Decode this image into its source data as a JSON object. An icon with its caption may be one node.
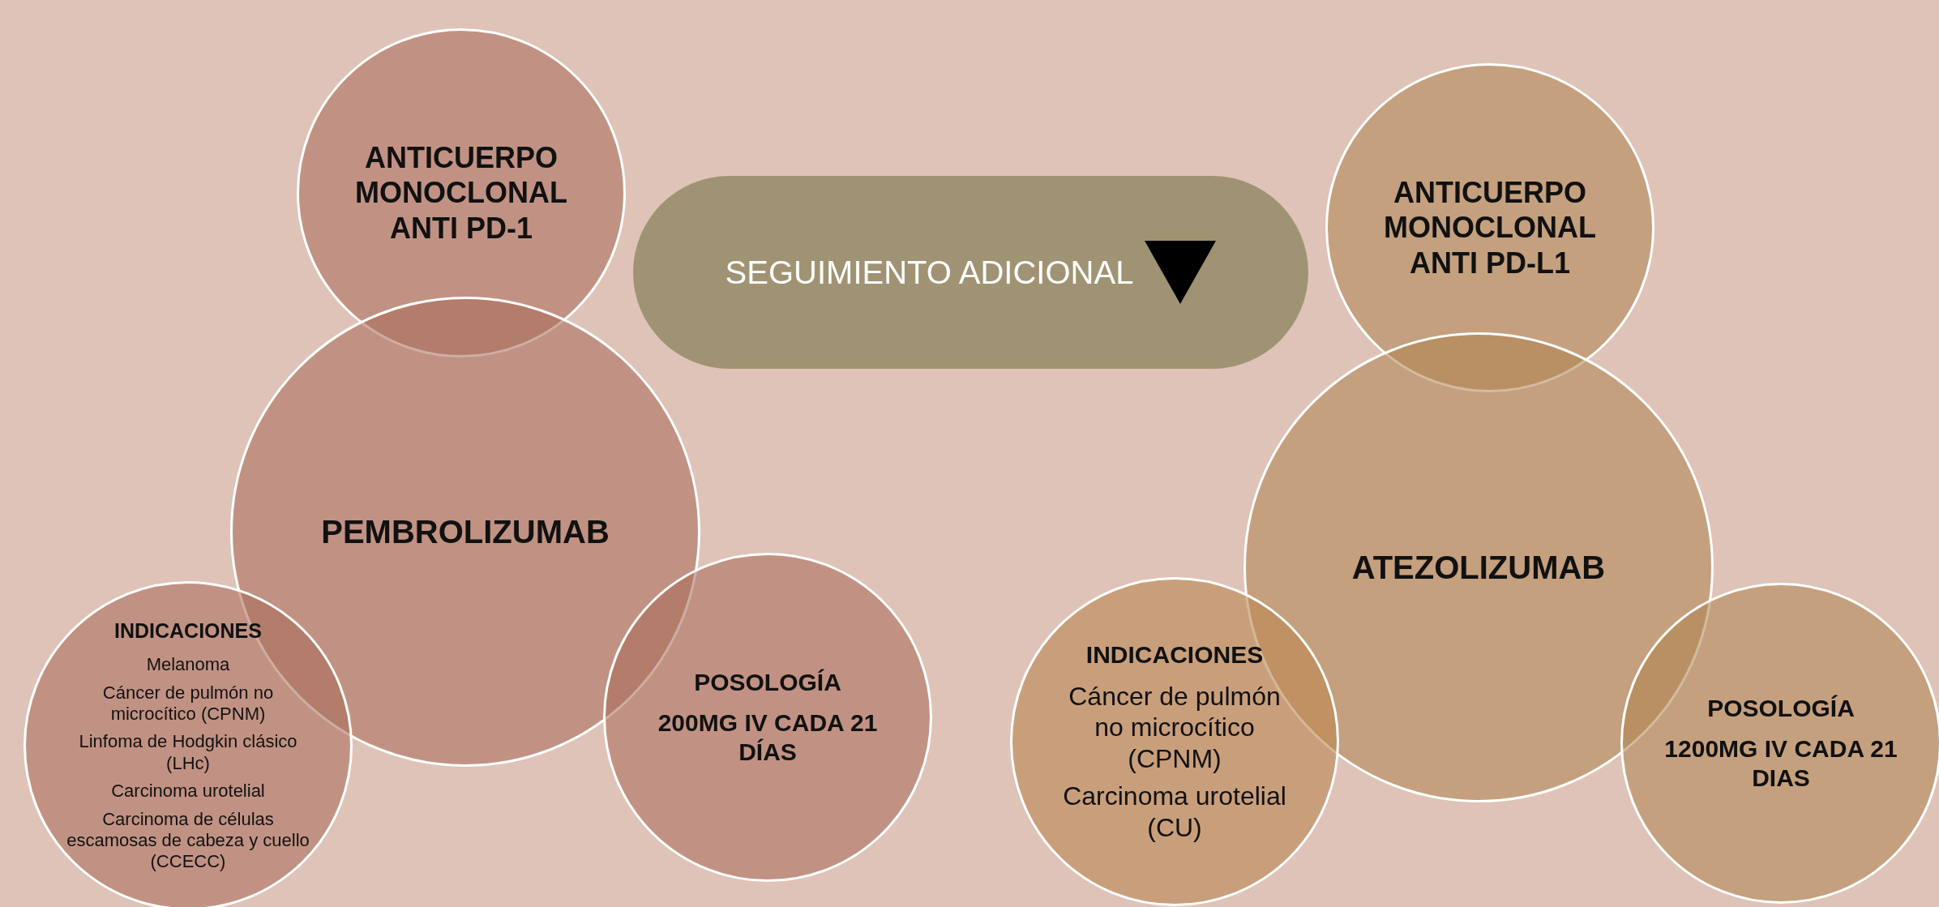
{
  "diagram": {
    "nodes": [
      {
        "text": [
          "ANTICUERPO MONOCLONAL ANTI PD-1"
        ]
      },
      {
        "text": [
          "SEGUIMIENTO ADICIONAL"
        ]
      },
      {
        "text": [
          "ANTICUERPO MONOCLONAL ANTI PD-L1"
        ]
      },
      {
        "text": [
          "PEMBROLIZUMAB"
        ]
      },
      {
        "text": [
          "ATEZOLIZUMAB"
        ]
      },
      {
        "text": [
          "INDICACIONES",
          "Melanoma",
          "Cáncer de pulmón no microcítico (CPNM)",
          "Linfoma de Hodgkin clásico (LHc)",
          "Carcinoma urotelial",
          "Carcinoma de células escamosas de cabeza y cuello (CCECC)"
        ]
      },
      {
        "text": [
          "POSOLOGÍA",
          "200MG IV CADA 21 DÍAS"
        ]
      },
      {
        "text": [
          "INDICACIONES",
          "Cáncer de pulmón no microcítico (CPNM)",
          "Carcinoma urotelial (CU)"
        ]
      },
      {
        "text": [
          "POSOLOGÍA",
          "1200MG IV CADA 21 DIAS"
        ]
      }
    ],
    "edges": []
  }
}
